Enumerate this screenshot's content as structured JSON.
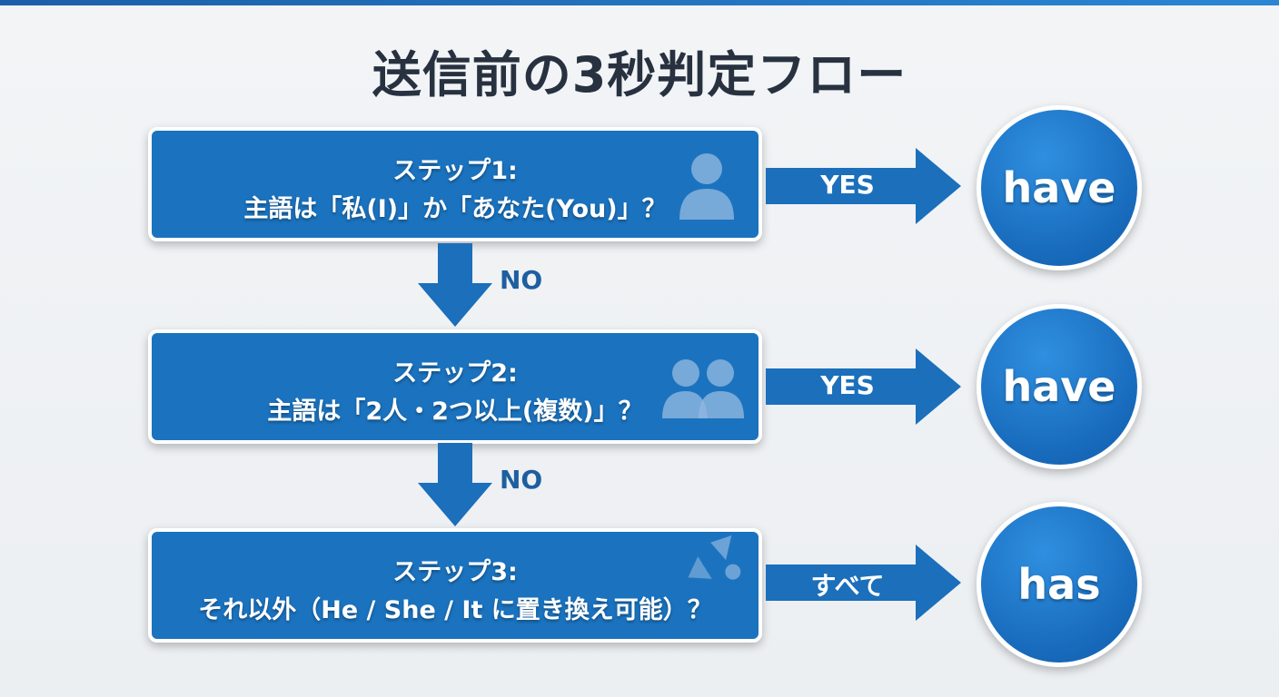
{
  "title": "送信前の3秒判定フロー",
  "steps": [
    {
      "label": "ステップ1:",
      "question": "主語は「私(I)」か「あなた(You)」？",
      "icon": "person-icon",
      "branch": "YES",
      "result": "have"
    },
    {
      "label": "ステップ2:",
      "question": "主語は「2人・2つ以上(複数)」？",
      "icon": "people-icon",
      "branch": "YES",
      "result": "have"
    },
    {
      "label": "ステップ3:",
      "question": "それ以外（He / She / It に置き換え可能）？",
      "icon": "shapes-icon",
      "branch": "すべて",
      "result": "has"
    }
  ],
  "down_labels": [
    "NO",
    "NO"
  ],
  "colors": {
    "box": "#1b73bf",
    "title": "#27313f",
    "accent": "#1d5fa0"
  }
}
